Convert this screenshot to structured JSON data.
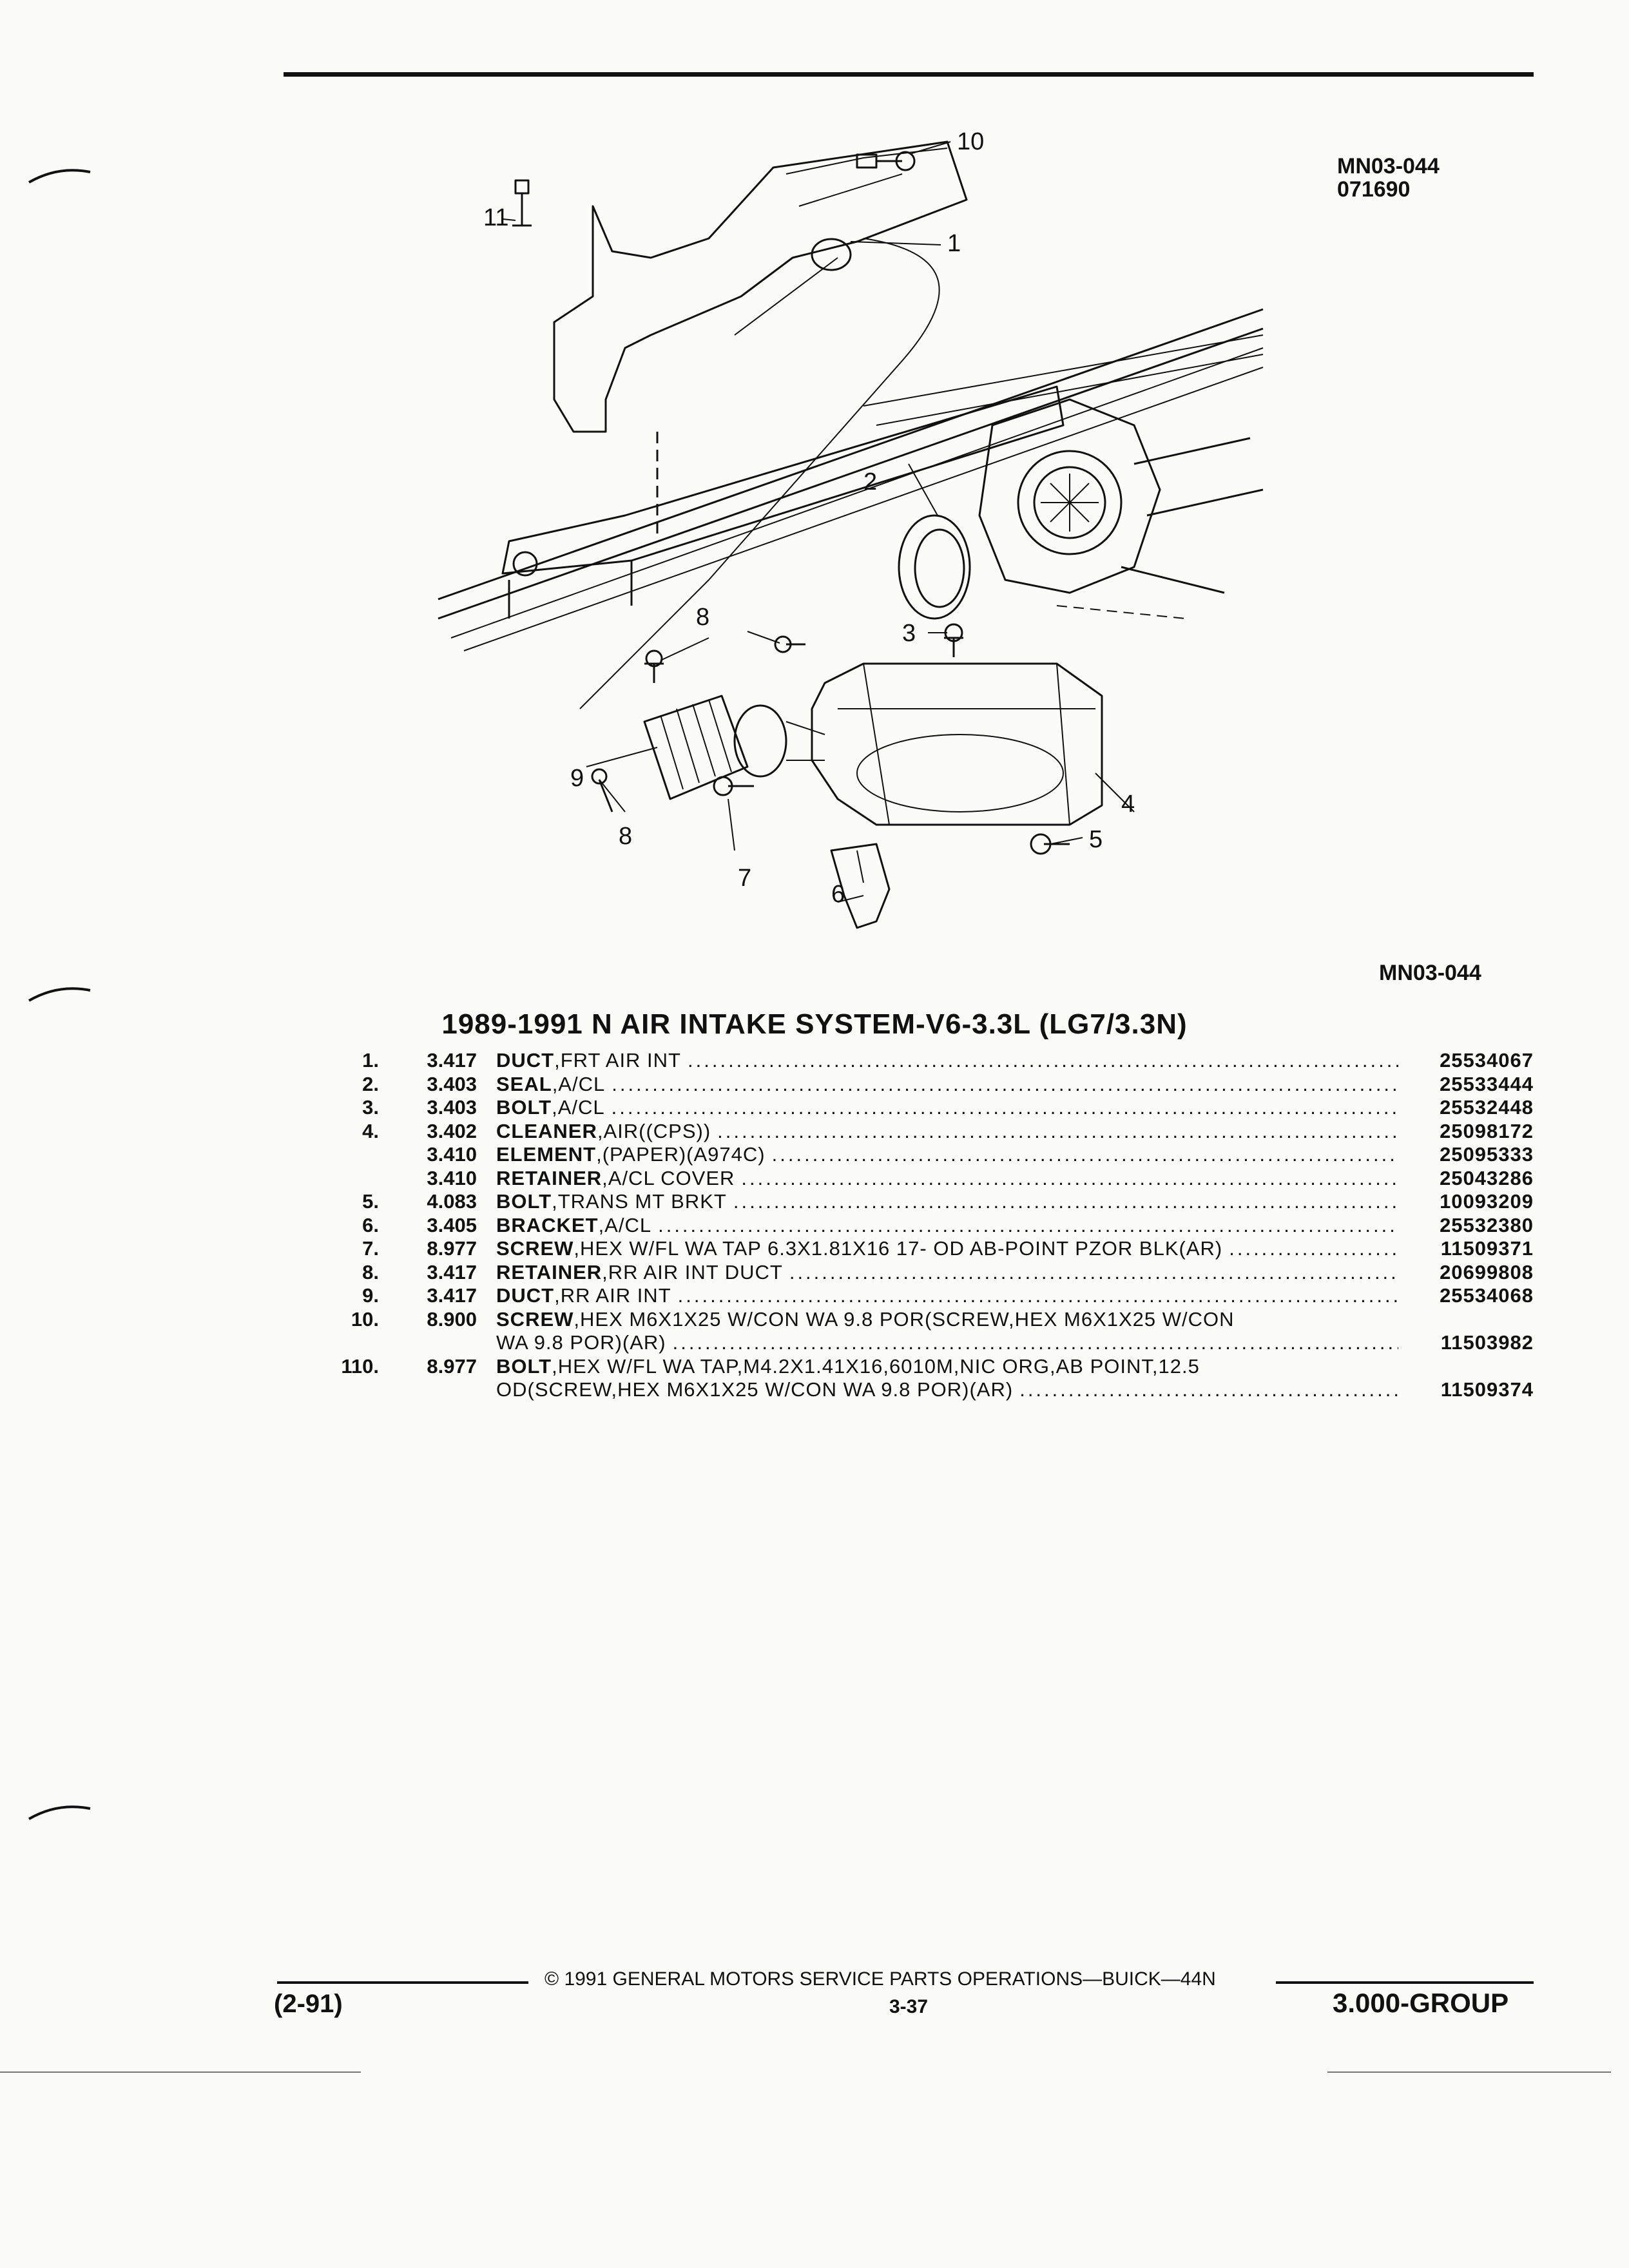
{
  "header": {
    "figure_code": "MN03-044",
    "figure_date": "071690",
    "figure_code_bottom": "MN03-044"
  },
  "diagram": {
    "callouts": [
      "1",
      "2",
      "3",
      "4",
      "5",
      "6",
      "7",
      "8",
      "8",
      "9",
      "10",
      "11"
    ]
  },
  "title": "1989-1991 N AIR INTAKE SYSTEM-V6-3.3L (LG7/3.3N)",
  "parts": [
    {
      "item": "1.",
      "code": "3.417",
      "noun": "DUCT",
      "desc": ",FRT AIR INT",
      "part": "25534067"
    },
    {
      "item": "2.",
      "code": "3.403",
      "noun": "SEAL",
      "desc": ",A/CL",
      "part": "25533444"
    },
    {
      "item": "3.",
      "code": "3.403",
      "noun": "BOLT",
      "desc": ",A/CL",
      "part": "25532448"
    },
    {
      "item": "4.",
      "code": "3.402",
      "noun": "CLEANER",
      "desc": ",AIR((CPS))",
      "part": "25098172"
    },
    {
      "item": "",
      "code": "3.410",
      "noun": "ELEMENT",
      "desc": ",(PAPER)(A974C)",
      "part": "25095333"
    },
    {
      "item": "",
      "code": "3.410",
      "noun": "RETAINER",
      "desc": ",A/CL COVER",
      "part": "25043286"
    },
    {
      "item": "5.",
      "code": "4.083",
      "noun": "BOLT",
      "desc": ",TRANS MT BRKT",
      "part": "10093209"
    },
    {
      "item": "6.",
      "code": "3.405",
      "noun": "BRACKET",
      "desc": ",A/CL",
      "part": "25532380"
    },
    {
      "item": "7.",
      "code": "8.977",
      "noun": "SCREW",
      "desc": ",HEX W/FL WA TAP 6.3X1.81X16 17- OD AB-POINT PZOR BLK(AR)",
      "part": "11509371"
    },
    {
      "item": "8.",
      "code": "3.417",
      "noun": "RETAINER",
      "desc": ",RR AIR INT DUCT",
      "part": "20699808"
    },
    {
      "item": "9.",
      "code": "3.417",
      "noun": "DUCT",
      "desc": ",RR AIR INT",
      "part": "25534068"
    }
  ],
  "parts_multiline": [
    {
      "item": "10.",
      "code": "8.900",
      "noun": "SCREW",
      "desc1": ",HEX M6X1X25 W/CON WA 9.8 POR(SCREW,HEX M6X1X25 W/CON",
      "desc2": "WA 9.8 POR)(AR)",
      "part": "11503982"
    },
    {
      "item": "110.",
      "code": "8.977",
      "noun": "BOLT",
      "desc1": ",HEX W/FL WA TAP,M4.2X1.41X16,6010M,NIC ORG,AB POINT,12.5",
      "desc2": "OD(SCREW,HEX M6X1X25 W/CON WA 9.8 POR)(AR)",
      "part": "11509374"
    }
  ],
  "footer": {
    "copyright": "© 1991 GENERAL MOTORS SERVICE PARTS OPERATIONS—BUICK—44N",
    "revision": "(2-91)",
    "page": "3-37",
    "group": "3.000-GROUP"
  }
}
